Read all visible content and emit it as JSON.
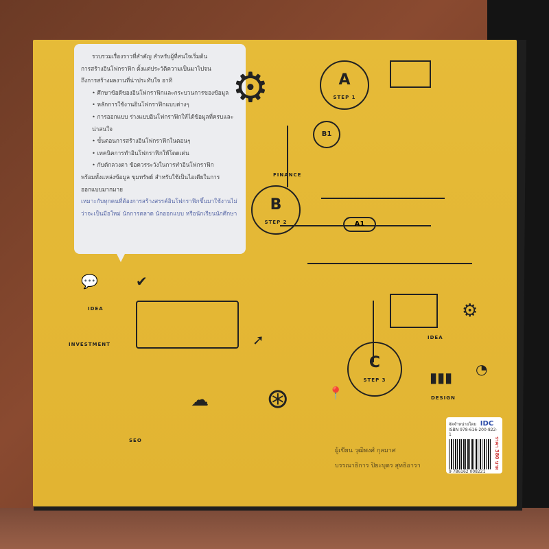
{
  "blurb": {
    "lines": [
      "รวบรวมเรื่องราวที่สำคัญ สำหรับผู้ที่สนใจเริ่มต้น",
      "การสร้างอินโฟกราฟิก ตั้งแต่ประวัติความเป็นมาไปจน",
      "ถึงการสร้างผลงานที่น่าประทับใจ อาทิ"
    ],
    "bullets": [
      "• ศึกษาข้อดีของอินโฟกราฟิกและกระบวนการของข้อมูล",
      "• หลักการใช้งานอินโฟกราฟิกแบบต่างๆ",
      "• การออกแบบ ร่างแบบอินโฟกราฟิกให้ได้ข้อมูลที่ครบและน่าสนใจ",
      "• ขั้นตอนการสร้างอินโฟกราฟิกในตอนๆ",
      "• เทคนิคการทำอินโฟกราฟิกให้โดดเด่น",
      "• กับดักลวงตา ข้อควรระวังในการทำอินโฟกราฟิก"
    ],
    "closing": "พร้อมทั้งแหล่งข้อมูล ขุมทรัพย์ สำหรับใช้เป็นไอเดียในการออกแบบมากมาย",
    "audience": "เหมาะกับทุกคนที่ต้องการสร้างสรรค์อินโฟกราฟิกขึ้นมาใช้งานไม่ว่าจะเป็นมือใหม่ นักการตลาด นักออกแบบ หรือนักเรียนนักศึกษา"
  },
  "diagram": {
    "node_a": "A",
    "node_a_sub": "STEP 1",
    "node_b": "B",
    "node_b_sub": "STEP 2",
    "node_c": "C",
    "node_c_sub": "STEP 3",
    "node_a1": "A1",
    "node_b1": "B1",
    "labels": [
      "IDEA",
      "INVESTMENT",
      "SEO",
      "DESIGN",
      "FINANCE",
      "IDEA"
    ]
  },
  "credits": {
    "author": "ผู้เขียน วุฒิพงศ์ กุลมาศ",
    "editor": "บรรณาธิการ ปิยะบุตร สุทธิอารา"
  },
  "sticker": {
    "distributor": "จัดจำหน่ายโดย",
    "logo": "IDC",
    "isbn": "ISBN 978-616-200-822-1",
    "barcode_number": "9 786162 008221",
    "price": "ราคา 380 บาท"
  }
}
